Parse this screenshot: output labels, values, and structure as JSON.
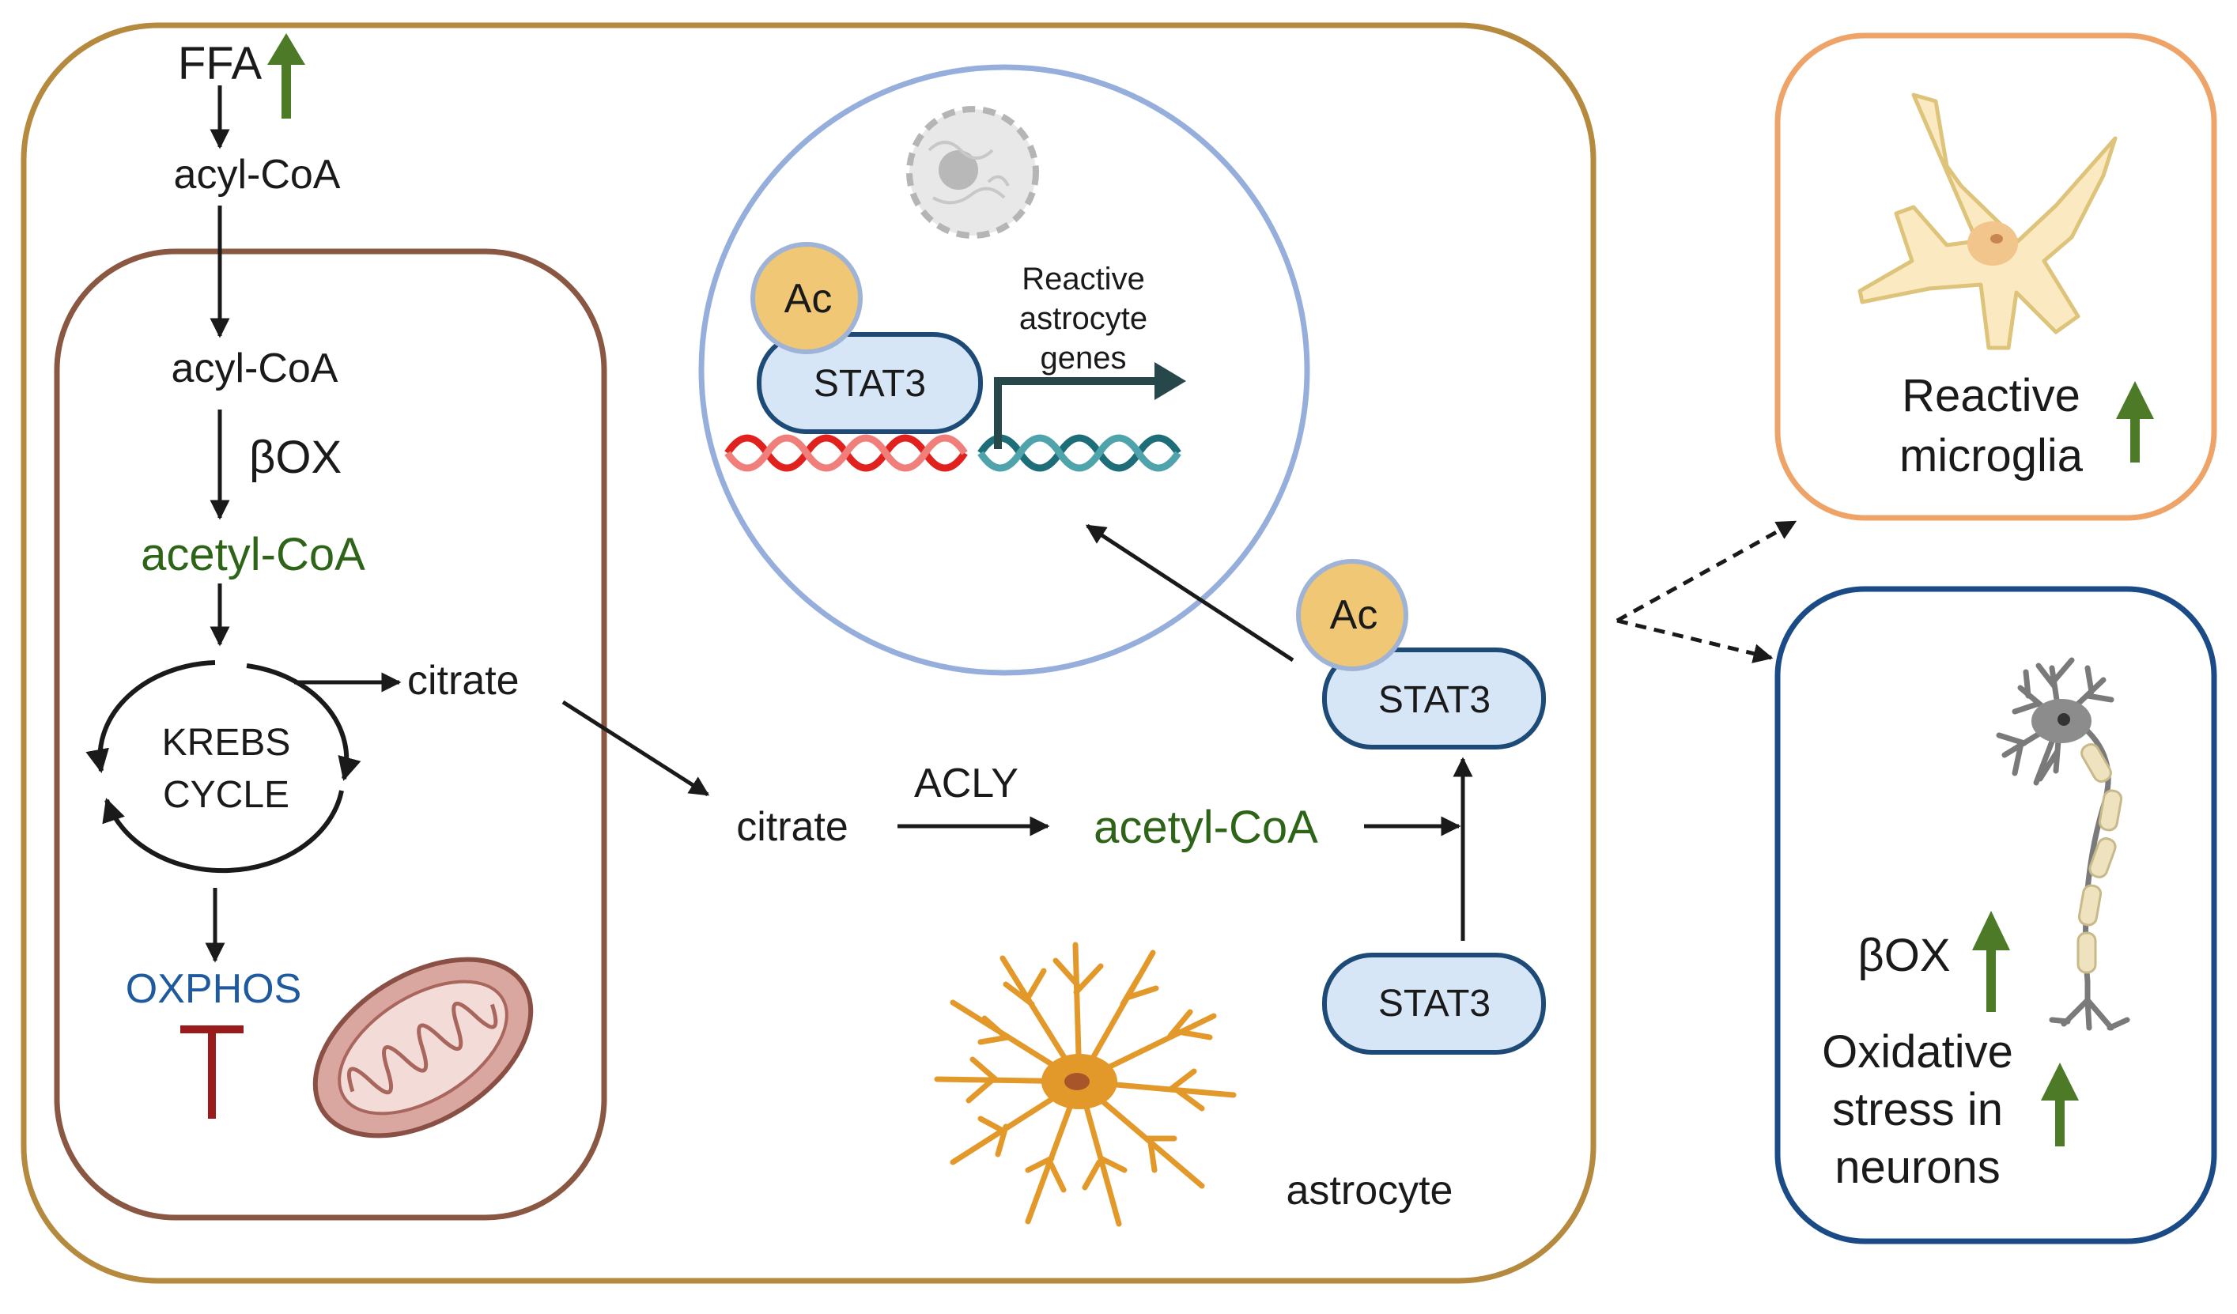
{
  "astrocyte_panel": {
    "ffa": "FFA",
    "acyl_coa_top": "acyl-CoA",
    "acyl_coa_mito": "acyl-CoA",
    "beta_ox": "βOX",
    "acetyl_coa_mito": "acetyl-CoA",
    "krebs_line1": "KREBS",
    "krebs_line2": "CYCLE",
    "citrate_mito": "citrate",
    "oxphos": "OXPHOS",
    "citrate_cyto": "citrate",
    "acly": "ACLY",
    "acetyl_coa_cyto": "acetyl-CoA",
    "ac_badge": "Ac",
    "stat3_acetylated": "STAT3",
    "stat3_unmodified": "STAT3",
    "cell_label": "astrocyte"
  },
  "nucleus": {
    "ac_badge": "Ac",
    "stat3": "STAT3",
    "genes_line1": "Reactive",
    "genes_line2": "astrocyte",
    "genes_line3": "genes"
  },
  "microglia_panel": {
    "line1": "Reactive",
    "line2": "microglia"
  },
  "neuron_panel": {
    "beta_ox": "βOX",
    "line1": "Oxidative",
    "line2": "stress in",
    "line3": "neurons"
  },
  "colors": {
    "astrocyte_border": "#b5893e",
    "mitochondrion_border": "#8a5742",
    "nucleus_border": "#95aedb",
    "microglia_border": "#eea468",
    "neuron_border": "#1b4b86",
    "up_arrow": "#4c7a26",
    "acetyl_text": "#2e6418",
    "oxphos_text": "#1f5a9e",
    "inhibition": "#9a1b1b",
    "stat3_fill": "#d6e6f7",
    "ac_fill": "#efc775"
  }
}
